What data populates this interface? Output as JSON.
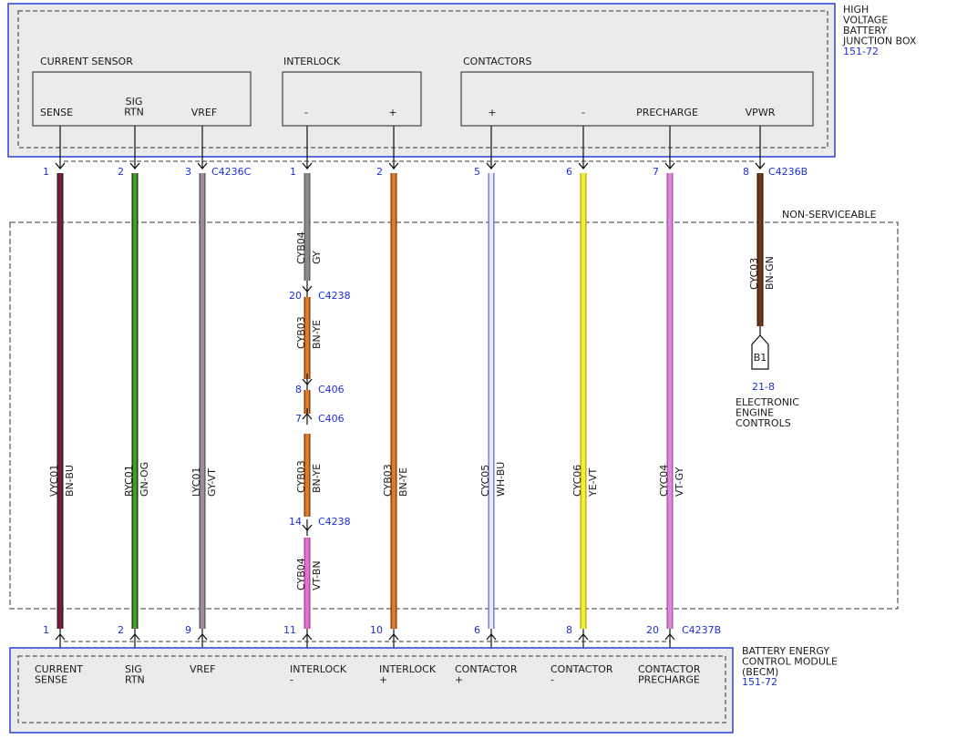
{
  "top_module": {
    "lines": [
      "HIGH",
      "VOLTAGE",
      "BATTERY",
      "JUNCTION BOX"
    ],
    "ref": "151-72",
    "colors": {
      "border": "#2b3fd8",
      "fill": "#ebebeb"
    }
  },
  "current_sensor": {
    "title": "CURRENT SENSOR",
    "pins": [
      {
        "lines": [
          "SENSE"
        ]
      },
      {
        "lines": [
          "SIG",
          "RTN"
        ]
      },
      {
        "lines": [
          "VREF"
        ]
      }
    ]
  },
  "interlock": {
    "title": "INTERLOCK",
    "pins": [
      {
        "lines": [
          "-"
        ]
      },
      {
        "lines": [
          "+"
        ]
      }
    ]
  },
  "contactors": {
    "title": "CONTACTORS",
    "pins": [
      {
        "lines": [
          "+"
        ]
      },
      {
        "lines": [
          "-"
        ]
      },
      {
        "lines": [
          "PRECHARGE"
        ]
      },
      {
        "lines": [
          "VPWR"
        ]
      }
    ]
  },
  "top_pins": [
    "1",
    "2",
    "3",
    "1",
    "2",
    "5",
    "6",
    "7",
    "8"
  ],
  "top_connectors": [
    "C4236C",
    "C4236B"
  ],
  "non_serviceable_label": "NON-SERVICEABLE",
  "wires": [
    {
      "circuit": "VYC01",
      "color_code": "BN-BU",
      "stroke": "#7a1c3a",
      "edge": "#222222"
    },
    {
      "circuit": "RYC01",
      "color_code": "GN-OG",
      "stroke": "#3ea21e",
      "edge": "#222222"
    },
    {
      "circuit": "LYC01",
      "color_code": "GY-VT",
      "stroke": "#a08aa0",
      "edge": "#555555"
    },
    {
      "circuit": "CYB03",
      "color_code": "BN-YE",
      "stroke": "#e07a24",
      "edge": "#7a3a10"
    },
    {
      "circuit": "CYC05",
      "color_code": "WH-BU",
      "stroke": "#e8e8ff",
      "edge": "#6a6ad0"
    },
    {
      "circuit": "CYC06",
      "color_code": "YE-VT",
      "stroke": "#f6ec3a",
      "edge": "#b8a800"
    },
    {
      "circuit": "CYC04",
      "color_code": "VT-GY",
      "stroke": "#d98ad9",
      "edge": "#a050a0"
    }
  ],
  "interlock_minus_segments": [
    {
      "circuit": "CYB04",
      "color_code": "GY",
      "stroke": "#8a8a8a",
      "edge": "#5a5a5a"
    },
    {
      "circuit": "CYB03",
      "color_code": "BN-YE",
      "stroke": "#e07a24",
      "edge": "#7a3a10"
    },
    {
      "circuit": "CYB03",
      "color_code": "BN-YE",
      "stroke": "#e07a24",
      "edge": "#7a3a10"
    },
    {
      "circuit": "CYB04",
      "color_code": "VT-BN",
      "stroke": "#e070c8",
      "edge": "#a0409a"
    }
  ],
  "inline_connectors": [
    {
      "pin": "20",
      "name": "C4238"
    },
    {
      "pin": "8",
      "name": "C406"
    },
    {
      "pin": "7",
      "name": "C406"
    },
    {
      "pin": "14",
      "name": "C4238"
    }
  ],
  "vpwr_wire": {
    "circuit": "CYC03",
    "color_code": "BN-GN",
    "stroke": "#6a3a1a",
    "edge": "#3a1a08"
  },
  "splice": {
    "label": "B1",
    "ref": "21-8",
    "lines": [
      "ELECTRONIC",
      "ENGINE",
      "CONTROLS"
    ]
  },
  "bottom_pins": [
    "1",
    "2",
    "9",
    "11",
    "10",
    "6",
    "8",
    "20"
  ],
  "bottom_connector": "C4237B",
  "bottom_module": {
    "lines": [
      "BATTERY ENERGY",
      "CONTROL MODULE",
      "(BECM)"
    ],
    "ref": "151-72",
    "pin_labels": [
      {
        "lines": [
          "CURRENT",
          "SENSE"
        ]
      },
      {
        "lines": [
          "SIG",
          "RTN"
        ]
      },
      {
        "lines": [
          "VREF"
        ]
      },
      {
        "lines": [
          "INTERLOCK",
          "-"
        ]
      },
      {
        "lines": [
          "INTERLOCK",
          "+"
        ]
      },
      {
        "lines": [
          "CONTACTOR",
          "+"
        ]
      },
      {
        "lines": [
          "CONTACTOR",
          "-"
        ]
      },
      {
        "lines": [
          "CONTACTOR",
          "PRECHARGE"
        ]
      }
    ]
  }
}
